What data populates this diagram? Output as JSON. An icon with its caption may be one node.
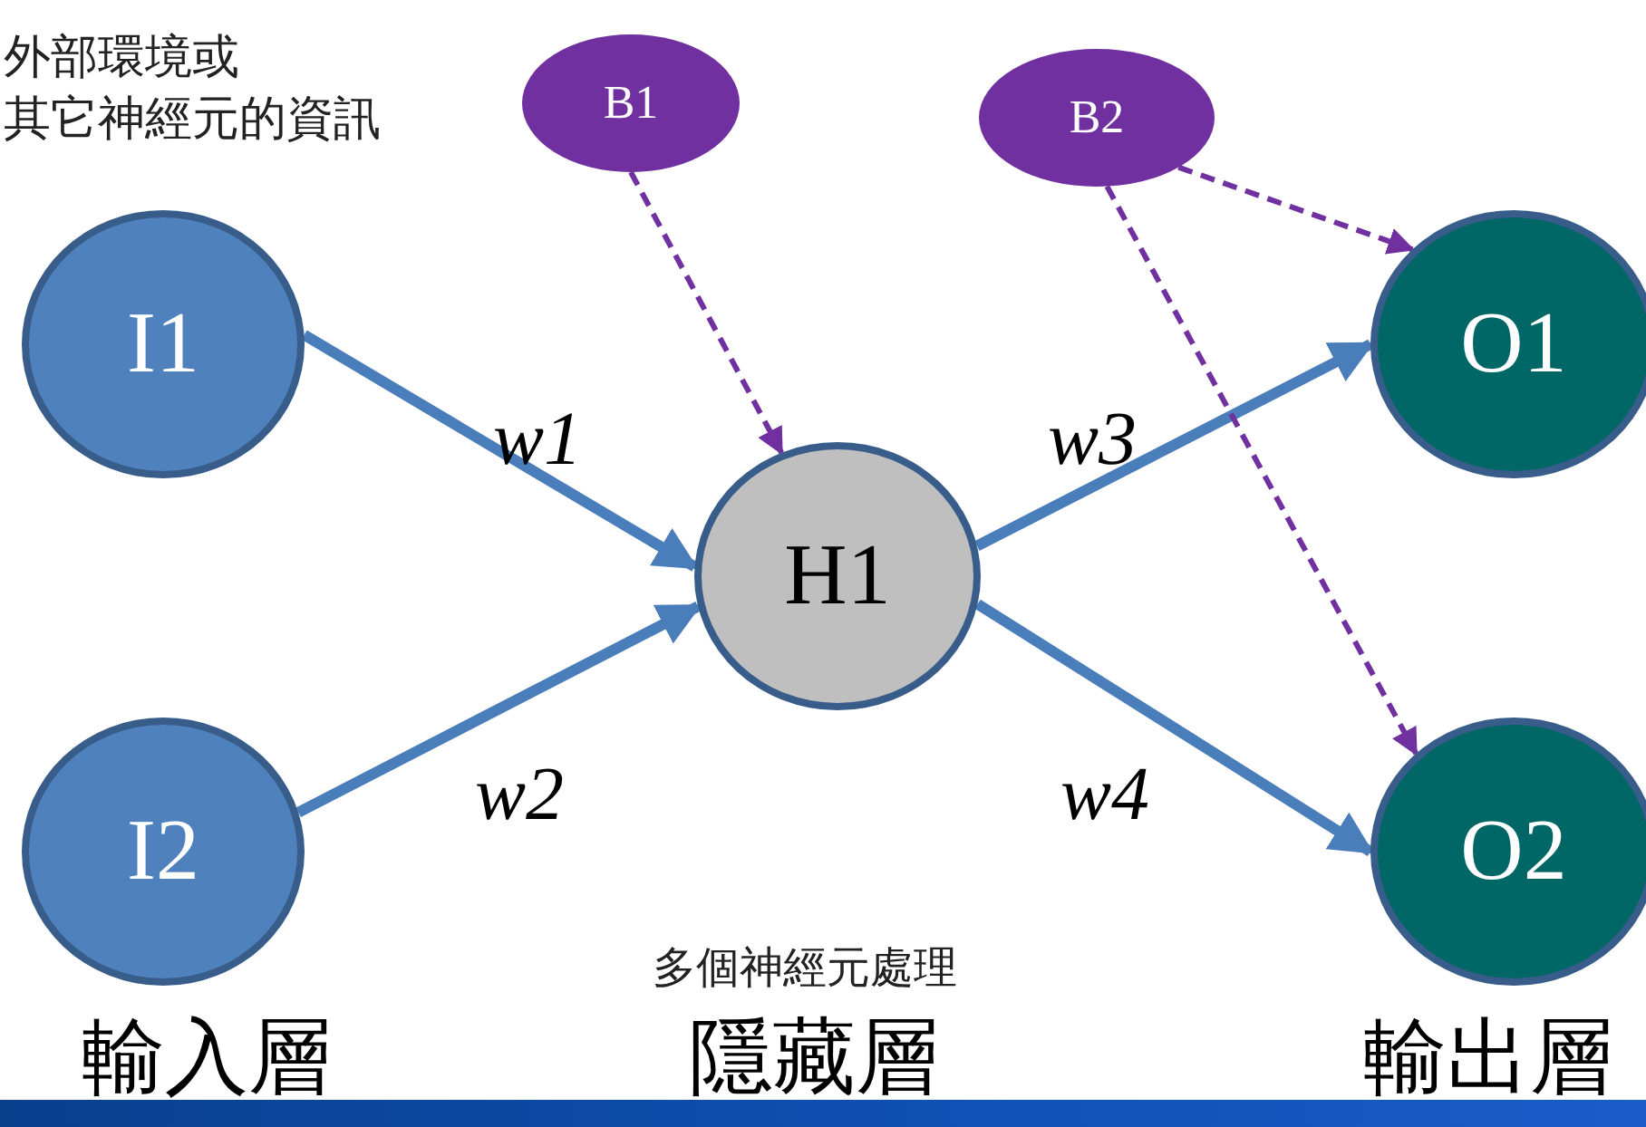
{
  "diagram": {
    "nodes": [
      {
        "text": [
          "I1"
        ]
      },
      {
        "text": [
          "I2"
        ]
      },
      {
        "text": [
          "H1"
        ]
      },
      {
        "text": [
          "B1"
        ]
      },
      {
        "text": [
          "B2"
        ]
      },
      {
        "text": [
          "O1"
        ]
      },
      {
        "text": [
          "O2"
        ]
      }
    ],
    "edges": [
      {
        "from": 0,
        "to": 2,
        "arrow": "to",
        "label": "w1"
      },
      {
        "from": 1,
        "to": 2,
        "arrow": "to",
        "label": "w2"
      },
      {
        "from": 2,
        "to": 5,
        "arrow": "to",
        "label": "w3"
      },
      {
        "from": 2,
        "to": 6,
        "arrow": "to",
        "label": "w4"
      },
      {
        "from": 3,
        "to": 2,
        "arrow": "to",
        "style": "dashed",
        "color": "#7030a0"
      },
      {
        "from": 4,
        "to": 5,
        "arrow": "to",
        "style": "dashed",
        "color": "#7030a0"
      },
      {
        "from": 4,
        "to": 6,
        "arrow": "to",
        "style": "dashed",
        "color": "#7030a0"
      }
    ],
    "labels": [
      "外部環境或其它神經元的資訊",
      "多個神經元處理",
      "輸入層",
      "隱藏層",
      "輸出層"
    ]
  }
}
